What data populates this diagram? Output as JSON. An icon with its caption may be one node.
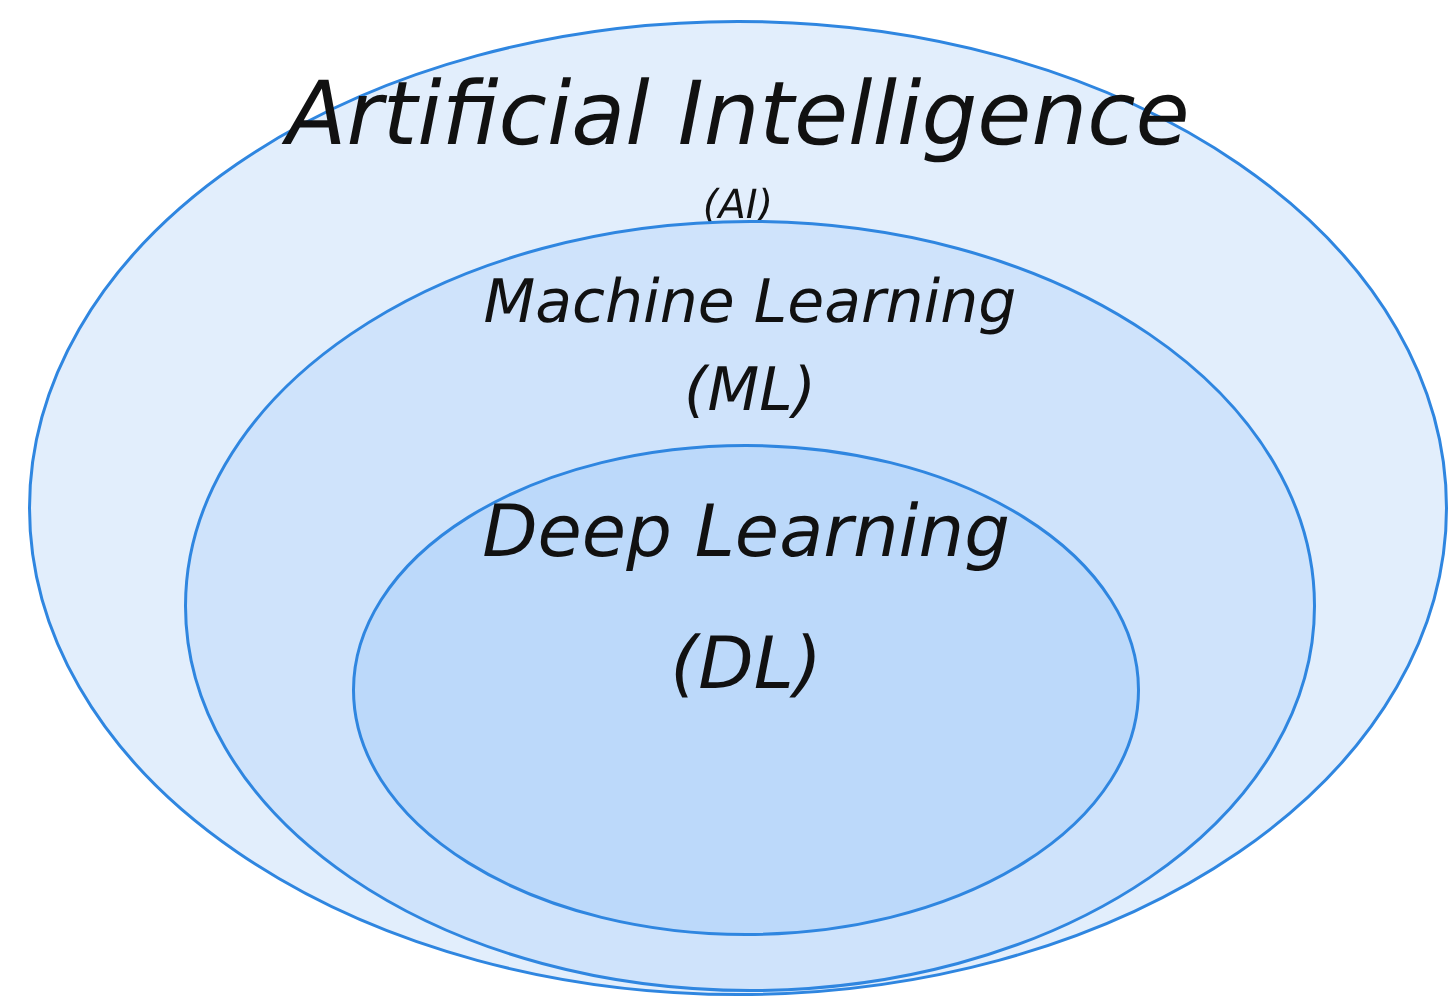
{
  "diagram": {
    "nodes": [
      {
        "text": [
          "Artificial Intelligence",
          "(AI)"
        ]
      },
      {
        "text": [
          "Machine Learning",
          "(ML)"
        ],
        "in": 0
      },
      {
        "text": [
          "Deep Learning",
          "(DL)"
        ],
        "in": 1
      }
    ]
  }
}
